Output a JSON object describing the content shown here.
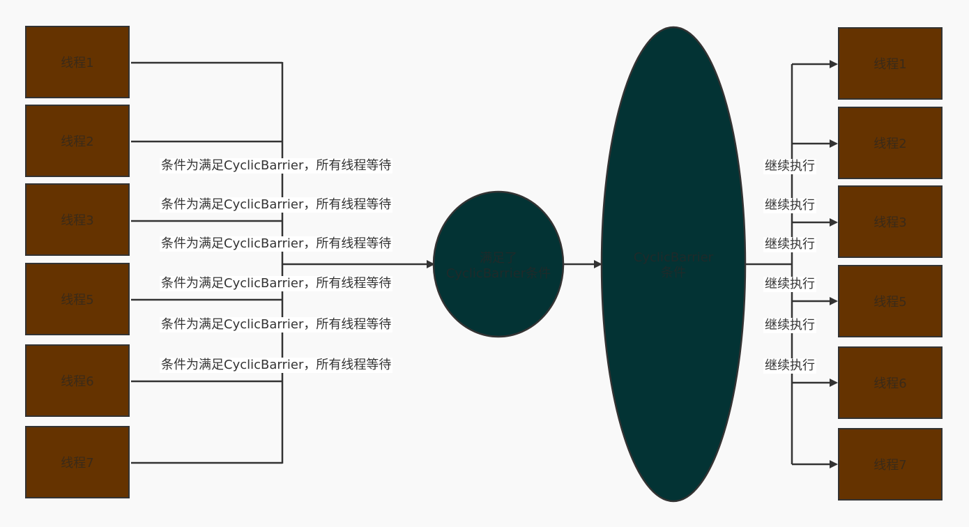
{
  "left_threads": [
    "线程1",
    "线程2",
    "线程3",
    "线程5",
    "线程6",
    "线程7"
  ],
  "right_threads": [
    "线程1",
    "线程2",
    "线程3",
    "线程5",
    "线程6",
    "线程7"
  ],
  "wait_labels": [
    "条件为满足CyclicBarrier，所有线程等待",
    "条件为满足CyclicBarrier，所有线程等待",
    "条件为满足CyclicBarrier，所有线程等待",
    "条件为满足CyclicBarrier，所有线程等待",
    "条件为满足CyclicBarrier，所有线程等待",
    "条件为满足CyclicBarrier，所有线程等待"
  ],
  "continue_labels": [
    "继续执行",
    "继续执行",
    "继续执行",
    "继续执行",
    "继续执行",
    "继续执行"
  ],
  "small_ellipse": {
    "line1": "满足了",
    "line2": "CyclicBarrier条件"
  },
  "big_ellipse": {
    "line1": "CyclicBarrier",
    "line2": "条件"
  },
  "colors": {
    "box_fill": "#653300",
    "ellipse_fill": "#033334",
    "stroke": "#333333",
    "background": "#f9f9f9"
  }
}
